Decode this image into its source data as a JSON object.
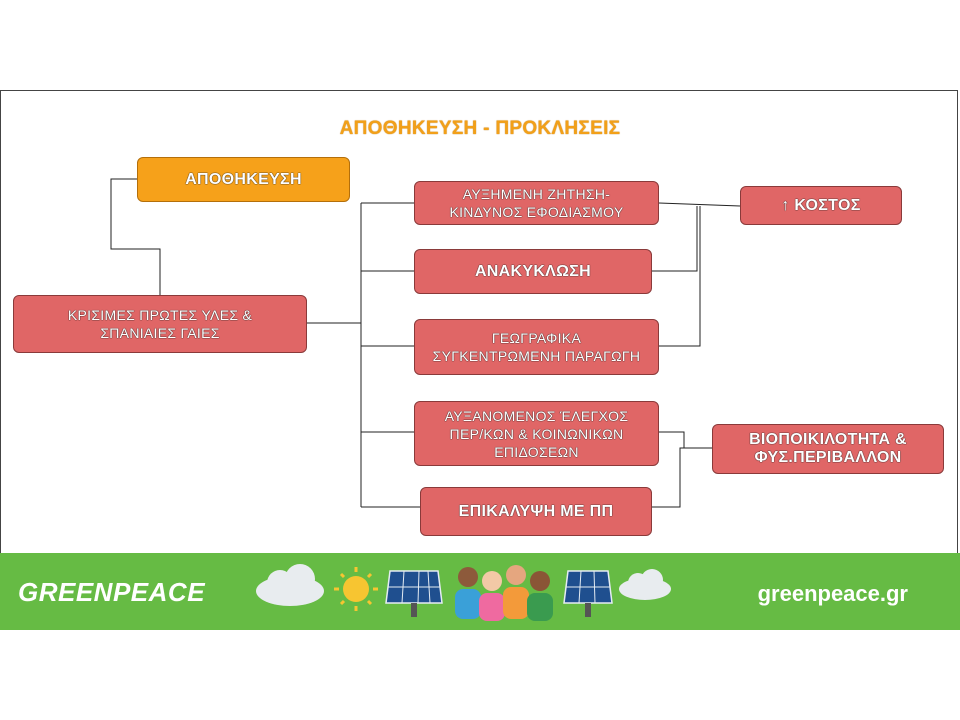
{
  "title": "ΑΠΟΘΗΚΕΥΣΗ - ΠΡΟΚΛΗΣΕΙΣ",
  "nodes": {
    "storage": "ΑΠΟΘΗΚΕΥΣΗ",
    "critical": "ΚΡΙΣΙΜΕΣ ΠΡΩΤΕΣ ΥΛΕΣ &\nΣΠΑΝΙΑΙΕΣ ΓΑΙΕΣ",
    "demand": "ΑΥΞΗΜΕΝΗ ΖΗΤΗΣΗ-\nΚΙΝΔΥΝΟΣ ΕΦΟΔΙΑΣΜΟΥ",
    "recycling": "ΑΝΑΚΥΚΛΩΣΗ",
    "geographic": "ΓΕΩΓΡΑΦΙΚΑ\nΣΥΓΚΕΝΤΡΩΜΕΝΗ ΠΑΡΑΓΩΓΗ",
    "control": "ΑΥΞΑΝΟΜΕΝΟΣ ΈΛΕΓΧΟΣ\nΠΕΡ/ΚΩΝ & ΚΟΙΝΩΝΙΚΩΝ\nΕΠΙΔΟΣΕΩΝ",
    "overlap": "ΕΠΙΚΑΛΥΨΗ ΜΕ ΠΠ",
    "cost": "↑ ΚΟΣΤΟΣ",
    "biodiversity": "ΒΙΟΠΟΙΚΙΛΟΤΗΤΑ &\nΦΥΣ.ΠΕΡΙΒΑΛΛΟΝ"
  },
  "footer": {
    "brand": "GREENPEACE",
    "website": "greenpeace.gr"
  },
  "colors": {
    "title": "#f2a019",
    "box": "#e06666",
    "storage_box": "#f6a11a",
    "footer": "#66bb44"
  },
  "icons": [
    "cloud-icon",
    "sun-icon",
    "solar-panel-icon",
    "people-icon"
  ]
}
